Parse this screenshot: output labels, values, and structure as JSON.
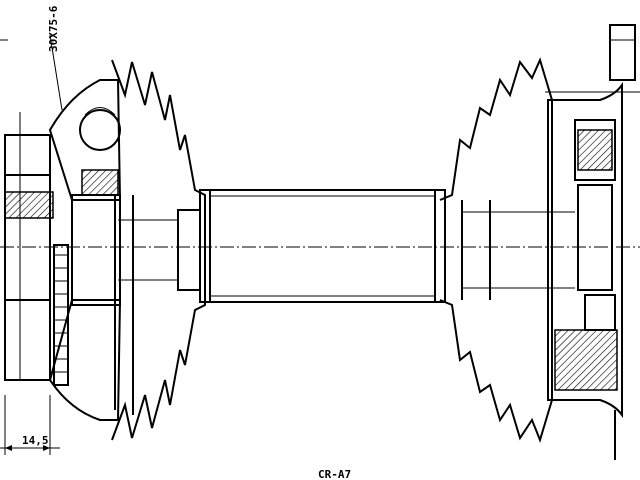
{
  "drawing": {
    "top_callout": "30X75-6",
    "dimension_label": "14,5",
    "bottom_label": "CR-A7"
  }
}
